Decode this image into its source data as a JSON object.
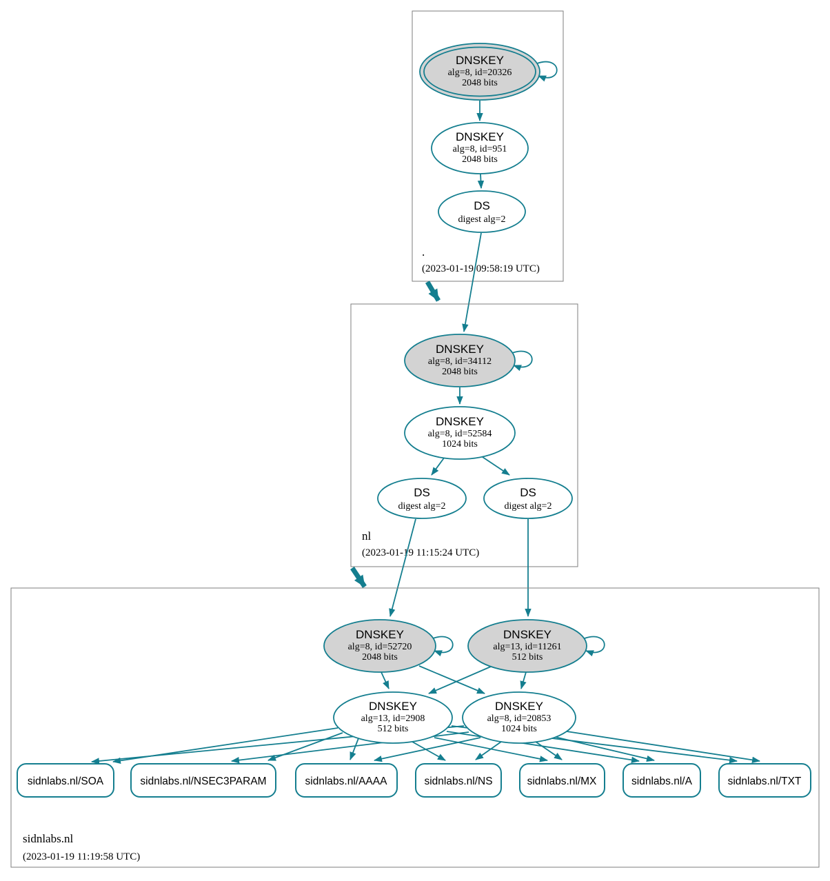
{
  "colors": {
    "edge_secure": "#147e8f",
    "ksk_fill": "#d3d3d3",
    "node_fill": "#ffffff",
    "zone_border": "#7d7d7d",
    "text": "#000000"
  },
  "zones": [
    {
      "name": ".",
      "timestamp": "(2023-01-19 09:58:19 UTC)"
    },
    {
      "name": "nl",
      "timestamp": "(2023-01-19 11:15:24 UTC)"
    },
    {
      "name": "sidnlabs.nl",
      "timestamp": "(2023-01-19 11:19:58 UTC)"
    }
  ],
  "nodes": {
    "root_ksk": {
      "title": "DNSKEY",
      "line1": "alg=8, id=20326",
      "line2": "2048 bits"
    },
    "root_zsk": {
      "title": "DNSKEY",
      "line1": "alg=8, id=951",
      "line2": "2048 bits"
    },
    "root_ds": {
      "title": "DS",
      "line1": "digest alg=2"
    },
    "nl_ksk": {
      "title": "DNSKEY",
      "line1": "alg=8, id=34112",
      "line2": "2048 bits"
    },
    "nl_zsk": {
      "title": "DNSKEY",
      "line1": "alg=8, id=52584",
      "line2": "1024 bits"
    },
    "nl_ds_1": {
      "title": "DS",
      "line1": "digest alg=2"
    },
    "nl_ds_2": {
      "title": "DS",
      "line1": "digest alg=2"
    },
    "sidnlabs_ksk_1": {
      "title": "DNSKEY",
      "line1": "alg=8, id=52720",
      "line2": "2048 bits"
    },
    "sidnlabs_ksk_2": {
      "title": "DNSKEY",
      "line1": "alg=13, id=11261",
      "line2": "512 bits"
    },
    "sidnlabs_zsk_1": {
      "title": "DNSKEY",
      "line1": "alg=13, id=2908",
      "line2": "512 bits"
    },
    "sidnlabs_zsk_2": {
      "title": "DNSKEY",
      "line1": "alg=8, id=20853",
      "line2": "1024 bits"
    }
  },
  "rrsets": [
    "sidnlabs.nl/SOA",
    "sidnlabs.nl/NSEC3PARAM",
    "sidnlabs.nl/AAAA",
    "sidnlabs.nl/NS",
    "sidnlabs.nl/MX",
    "sidnlabs.nl/A",
    "sidnlabs.nl/TXT"
  ],
  "edges": [
    {
      "from": "root_ksk",
      "to": "root_ksk",
      "type": "self-sign"
    },
    {
      "from": "root_ksk",
      "to": "root_zsk"
    },
    {
      "from": "root_zsk",
      "to": "root_ds"
    },
    {
      "from": "root_ds",
      "to": "nl_ksk"
    },
    {
      "from": ". (zone)",
      "to": "nl (zone)",
      "type": "delegation"
    },
    {
      "from": "nl_ksk",
      "to": "nl_ksk",
      "type": "self-sign"
    },
    {
      "from": "nl_ksk",
      "to": "nl_zsk"
    },
    {
      "from": "nl_zsk",
      "to": "nl_ds_1"
    },
    {
      "from": "nl_zsk",
      "to": "nl_ds_2"
    },
    {
      "from": "nl_ds_1",
      "to": "sidnlabs_ksk_1"
    },
    {
      "from": "nl_ds_2",
      "to": "sidnlabs_ksk_2"
    },
    {
      "from": "nl (zone)",
      "to": "sidnlabs.nl (zone)",
      "type": "delegation"
    },
    {
      "from": "sidnlabs_ksk_1",
      "to": "sidnlabs_ksk_1",
      "type": "self-sign"
    },
    {
      "from": "sidnlabs_ksk_2",
      "to": "sidnlabs_ksk_2",
      "type": "self-sign"
    },
    {
      "from": "sidnlabs_ksk_1",
      "to": "sidnlabs_zsk_1"
    },
    {
      "from": "sidnlabs_ksk_1",
      "to": "sidnlabs_zsk_2"
    },
    {
      "from": "sidnlabs_ksk_2",
      "to": "sidnlabs_zsk_1"
    },
    {
      "from": "sidnlabs_ksk_2",
      "to": "sidnlabs_zsk_2"
    },
    {
      "from": "sidnlabs_zsk_1",
      "to": "sidnlabs.nl/SOA"
    },
    {
      "from": "sidnlabs_zsk_1",
      "to": "sidnlabs.nl/NSEC3PARAM"
    },
    {
      "from": "sidnlabs_zsk_1",
      "to": "sidnlabs.nl/AAAA"
    },
    {
      "from": "sidnlabs_zsk_1",
      "to": "sidnlabs.nl/NS"
    },
    {
      "from": "sidnlabs_zsk_1",
      "to": "sidnlabs.nl/MX"
    },
    {
      "from": "sidnlabs_zsk_1",
      "to": "sidnlabs.nl/A"
    },
    {
      "from": "sidnlabs_zsk_1",
      "to": "sidnlabs.nl/TXT"
    },
    {
      "from": "sidnlabs_zsk_2",
      "to": "sidnlabs.nl/SOA"
    },
    {
      "from": "sidnlabs_zsk_2",
      "to": "sidnlabs.nl/NSEC3PARAM"
    },
    {
      "from": "sidnlabs_zsk_2",
      "to": "sidnlabs.nl/AAAA"
    },
    {
      "from": "sidnlabs_zsk_2",
      "to": "sidnlabs.nl/NS"
    },
    {
      "from": "sidnlabs_zsk_2",
      "to": "sidnlabs.nl/MX"
    },
    {
      "from": "sidnlabs_zsk_2",
      "to": "sidnlabs.nl/A"
    },
    {
      "from": "sidnlabs_zsk_2",
      "to": "sidnlabs.nl/TXT"
    }
  ]
}
